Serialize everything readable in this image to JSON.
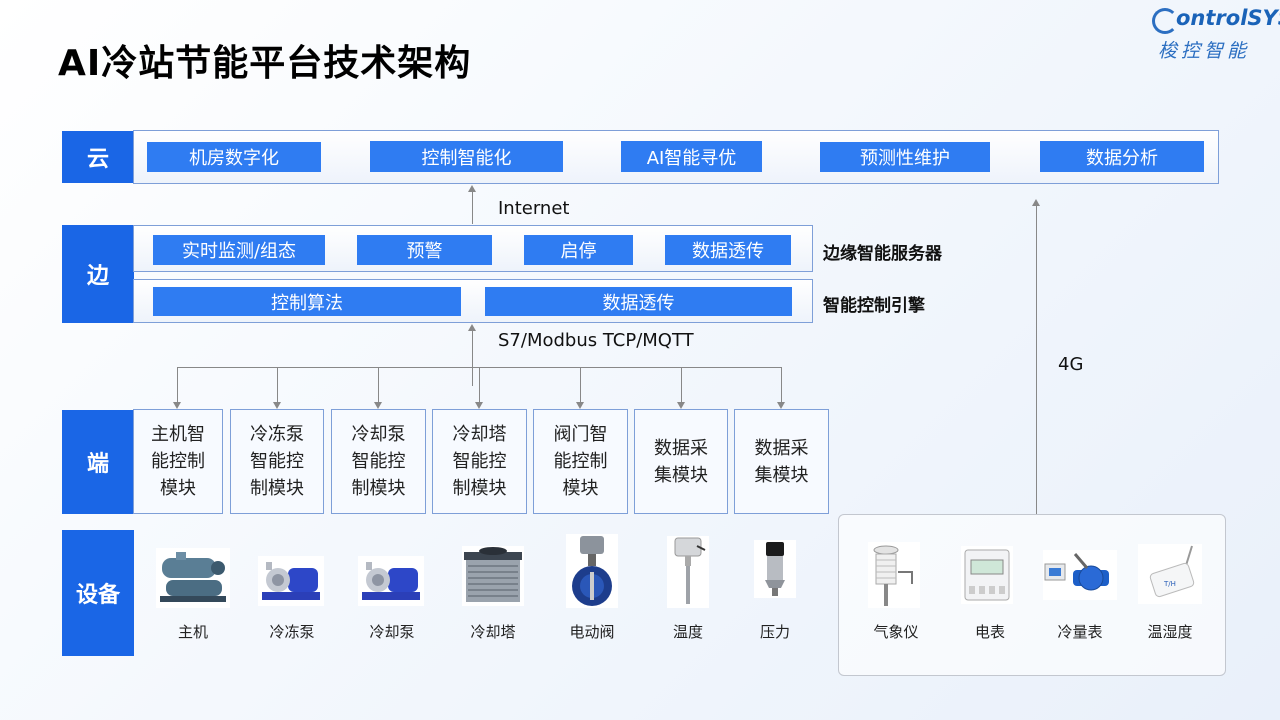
{
  "title": "AI冷站节能平台技术架构",
  "logo": {
    "text_en": "ontrolSYS",
    "text_cn": "梭控智能"
  },
  "colors": {
    "tag_blue": "#1a66e6",
    "pill_blue": "#2f7cf2",
    "border": "#7e9fd8"
  },
  "layers": {
    "cloud": "云",
    "edge": "边",
    "terminal": "端",
    "device": "设备"
  },
  "cloud_items": [
    "机房数字化",
    "控制智能化",
    "AI智能寻优",
    "预测性维护",
    "数据分析"
  ],
  "edge_server": {
    "items": [
      "实时监测/组态",
      "预警",
      "启停",
      "数据透传"
    ],
    "label": "边缘智能服务器"
  },
  "edge_engine": {
    "items": [
      "控制算法",
      "数据透传"
    ],
    "label": "智能控制引擎"
  },
  "protocols": {
    "internet": "Internet",
    "fieldbus": "S7/Modbus TCP/MQTT",
    "cellular": "4G"
  },
  "modules": [
    [
      "主机智",
      "能控制",
      "模块"
    ],
    [
      "冷冻泵",
      "智能控",
      "制模块"
    ],
    [
      "冷却泵",
      "智能控",
      "制模块"
    ],
    [
      "冷却塔",
      "智能控",
      "制模块"
    ],
    [
      "阀门智",
      "能控制",
      "模块"
    ],
    [
      "数据采",
      "集模块"
    ],
    [
      "数据采",
      "集模块"
    ]
  ],
  "devices": [
    {
      "label": "主机",
      "icon": "chiller-icon"
    },
    {
      "label": "冷冻泵",
      "icon": "pump-icon"
    },
    {
      "label": "冷却泵",
      "icon": "pump-icon"
    },
    {
      "label": "冷却塔",
      "icon": "cooling-tower-icon"
    },
    {
      "label": "电动阀",
      "icon": "valve-icon"
    },
    {
      "label": "温度",
      "icon": "temperature-sensor-icon"
    },
    {
      "label": "压力",
      "icon": "pressure-sensor-icon"
    }
  ],
  "sensors": [
    {
      "label": "气象仪",
      "icon": "weather-station-icon"
    },
    {
      "label": "电表",
      "icon": "power-meter-icon"
    },
    {
      "label": "冷量表",
      "icon": "flow-meter-icon"
    },
    {
      "label": "温湿度",
      "icon": "humidity-sensor-icon"
    }
  ]
}
